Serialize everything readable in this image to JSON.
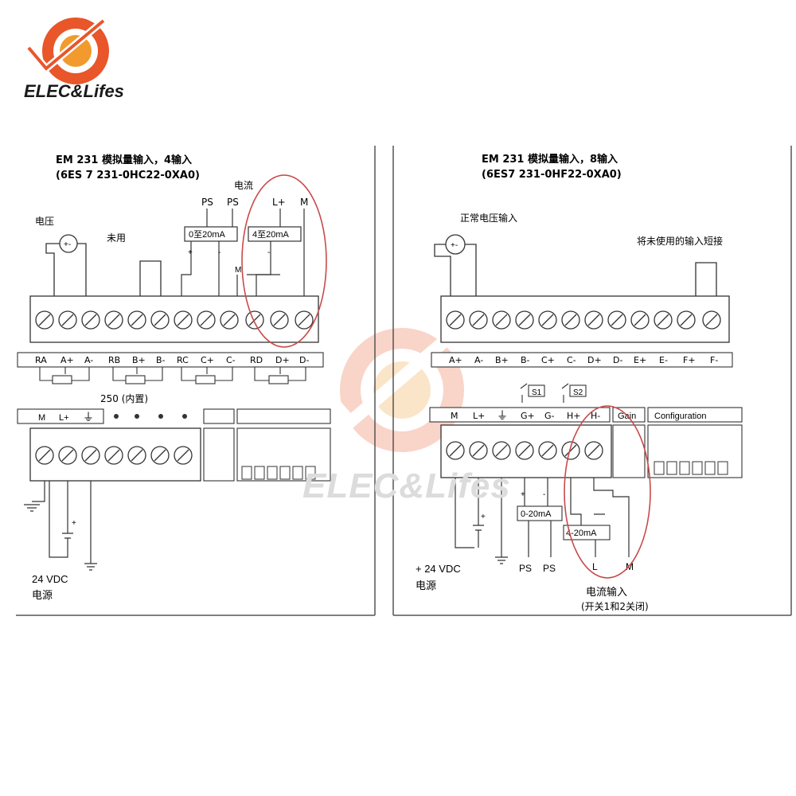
{
  "brand": {
    "name": "ELEC&Lifes",
    "watermark": "ELEC&Lifes",
    "accent": "#e8562a",
    "accent2": "#f29a2e"
  },
  "left": {
    "title": "EM 231 模拟量输入，4输入",
    "part": "(6ES 7 231-0HC22-0XA0)",
    "voltage_label": "电压",
    "unused_label": "未用",
    "current_label": "电流",
    "ps1": "PS",
    "ps2": "PS",
    "lplus": "L+",
    "m": "M",
    "box1": "0至20mA",
    "box2": "4至20mA",
    "minus1": "-",
    "minus2": "-",
    "plus1": "+",
    "plus2": "+",
    "plus3": "+",
    "m_small": "M",
    "terminals_top": [
      "RA",
      "A+",
      "A-",
      "RB",
      "B+",
      "B-",
      "RC",
      "C+",
      "C-",
      "RD",
      "D+",
      "D-"
    ],
    "resistor_label": "250 (内置)",
    "terminals_bottom": [
      "M",
      "L+",
      "⏚"
    ],
    "supply_label": "24 VDC",
    "supply_sub": "电源",
    "supply_plus": "+"
  },
  "right": {
    "title": "EM 231 模拟量输入，8输入",
    "part": "(6ES7 231-0HF22-0XA0)",
    "voltage_label": "正常电压输入",
    "short_label": "将未使用的输入短接",
    "terminals_top": [
      "A+",
      "A-",
      "B+",
      "B-",
      "C+",
      "C-",
      "D+",
      "D-",
      "E+",
      "E-",
      "F+",
      "F-"
    ],
    "switch1": "S1",
    "switch2": "S2",
    "terminals_bottom": [
      "M",
      "L+",
      "⏚",
      "G+",
      "G-",
      "H+",
      "H-"
    ],
    "gain": "Gain",
    "config": "Configuration",
    "box1": "0-20mA",
    "box2": "4-20mA",
    "plus": "+",
    "minus": "-",
    "ps1": "PS",
    "ps2": "PS",
    "l": "L",
    "m": "M",
    "supply_label": "+ 24 VDC",
    "supply_sub": "电源",
    "current_input": "电流输入",
    "current_note": "(开关1和2关闭)",
    "supply_plus": "+"
  }
}
